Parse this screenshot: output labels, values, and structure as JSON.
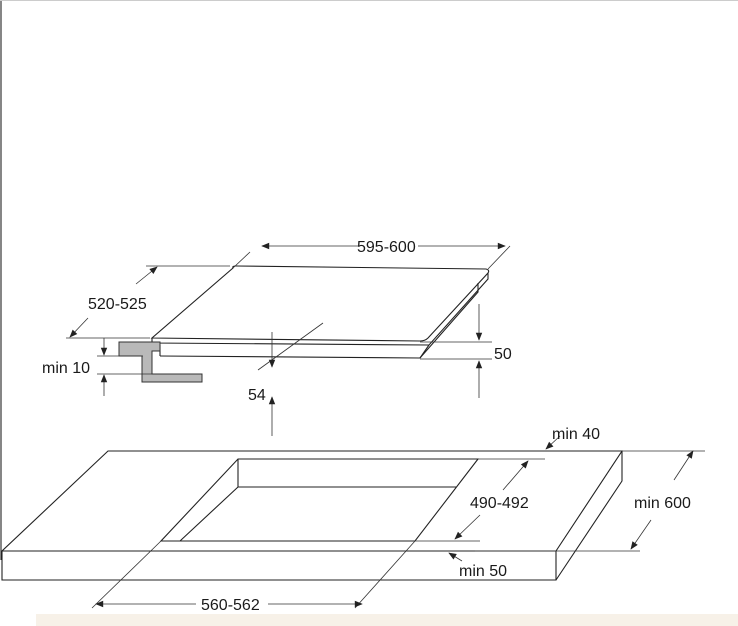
{
  "dimensions": {
    "hob_width": "595-600",
    "hob_depth": "520-525",
    "hob_height": "50",
    "below_hob": "54",
    "min_gap": "min 10",
    "cutout_depth": "490-492",
    "cutout_width": "560-562",
    "min_back": "min 40",
    "min_front": "min 50",
    "worktop_depth": "min 600"
  }
}
